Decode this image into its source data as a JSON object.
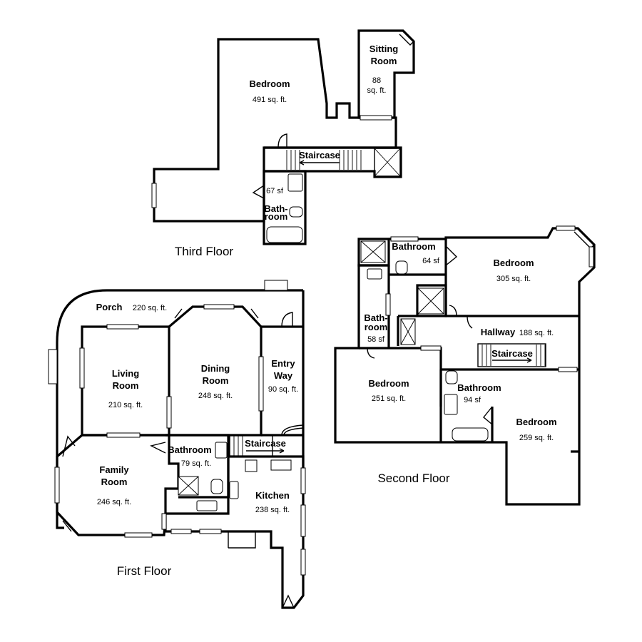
{
  "floors": {
    "third": {
      "label": "Third Floor",
      "bedroom": {
        "name": "Bedroom",
        "size": "491 sq. ft."
      },
      "sitting": {
        "name_1": "Sitting",
        "name_2": "Room",
        "size_1": "88",
        "size_2": "sq. ft."
      },
      "staircase": "Staircase",
      "bath": {
        "size": "67 sf",
        "name_1": "Bath-",
        "name_2": "room"
      }
    },
    "second": {
      "label": "Second Floor",
      "bath_top": {
        "name": "Bathroom",
        "size": "64 sf"
      },
      "bedroom_ne": {
        "name": "Bedroom",
        "size": "305 sq. ft."
      },
      "bath_small": {
        "name_1": "Bath-",
        "name_2": "room",
        "size": "58 sf"
      },
      "hallway": {
        "name": "Hallway",
        "size": "188 sq. ft."
      },
      "staircase": "Staircase",
      "bedroom_w": {
        "name": "Bedroom",
        "size": "251 sq. ft."
      },
      "bath_mid": {
        "name": "Bathroom",
        "size": "94 sf"
      },
      "bedroom_se": {
        "name": "Bedroom",
        "size": "259 sq. ft."
      }
    },
    "first": {
      "label": "First Floor",
      "porch": {
        "name": "Porch",
        "size": "220 sq. ft."
      },
      "living": {
        "name_1": "Living",
        "name_2": "Room",
        "size": "210 sq. ft."
      },
      "dining": {
        "name_1": "Dining",
        "name_2": "Room",
        "size": "248 sq. ft."
      },
      "entry": {
        "name_1": "Entry",
        "name_2": "Way",
        "size": "90 sq. ft."
      },
      "family": {
        "name_1": "Family",
        "name_2": "Room",
        "size": "246 sq. ft."
      },
      "bath": {
        "name": "Bathroom",
        "size": "79 sq. ft."
      },
      "staircase": "Staircase",
      "kitchen": {
        "name": "Kitchen",
        "size": "238 sq. ft."
      }
    }
  },
  "colors": {
    "wall": "#000000",
    "background": "#ffffff"
  }
}
